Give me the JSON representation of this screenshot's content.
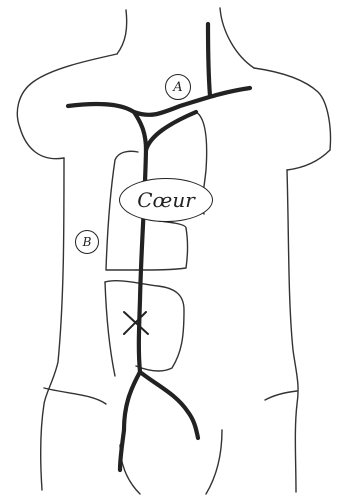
{
  "labels": {
    "a": "A",
    "b": "B",
    "coeur": "Cœur"
  }
}
